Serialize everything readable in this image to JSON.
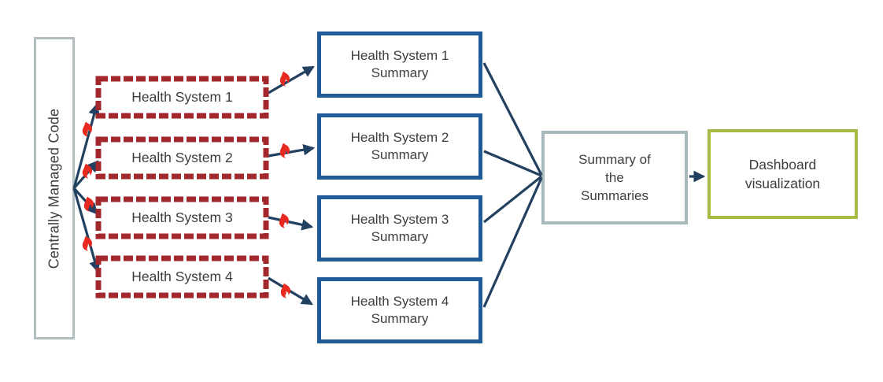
{
  "diagram": {
    "source_box": {
      "label": "Centrally Managed Code"
    },
    "health_systems": [
      {
        "label": "Health System 1"
      },
      {
        "label": "Health System 2"
      },
      {
        "label": "Health System 3"
      },
      {
        "label": "Health System 4"
      }
    ],
    "summaries": [
      {
        "text": "Health System 1\nSummary"
      },
      {
        "text": "Health System 2\nSummary"
      },
      {
        "text": "Health System 3\nSummary"
      },
      {
        "text": "Health System 4\nSummary"
      }
    ],
    "aggregate_box": {
      "text": "Summary of\nthe\nSummaries"
    },
    "output_box": {
      "text": "Dashboard\nvisualization"
    },
    "icons": {
      "flame": "flame-icon"
    },
    "colors": {
      "connector": "#22405f",
      "health_system_border": "#a3282c",
      "summary_border": "#1f5b97",
      "source_border": "#b0bec0",
      "aggregate_border": "#a9babc",
      "output_border": "#a6ba45",
      "flame": "#e8291f",
      "text": "#3d3d3d",
      "background": "#ffffff"
    }
  }
}
